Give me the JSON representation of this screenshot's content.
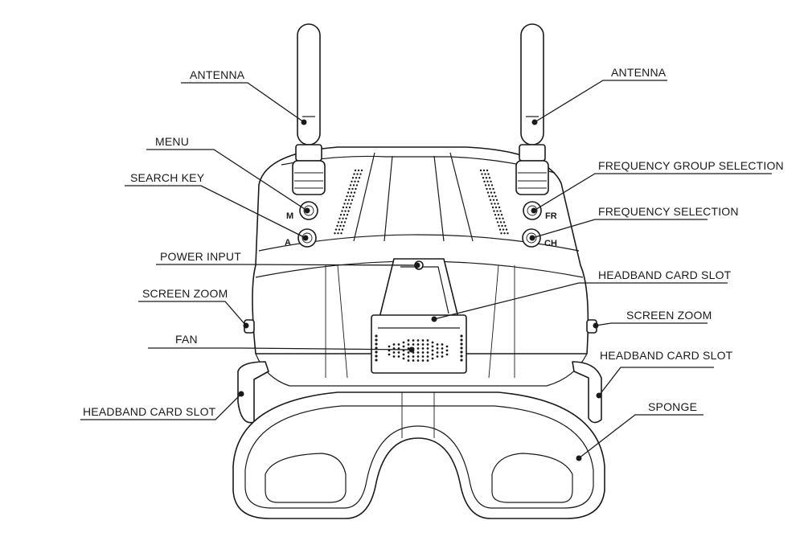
{
  "labels": {
    "antenna_left": "ANTENNA",
    "antenna_right": "ANTENNA",
    "menu": "MENU",
    "search_key": "SEARCH KEY",
    "power_input": "POWER INPUT",
    "screen_zoom_left": "SCREEN ZOOM",
    "fan": "FAN",
    "headband_card_slot_left": "HEADBAND CARD SLOT",
    "frequency_group_selection": "FREQUENCY GROUP SELECTION",
    "frequency_selection": "FREQUENCY SELECTION",
    "headband_card_slot_top": "HEADBAND CARD SLOT",
    "screen_zoom_right": "SCREEN ZOOM",
    "headband_card_slot_right": "HEADBAND CARD SLOT",
    "sponge": "SPONGE"
  },
  "device_markings": {
    "menu_button": "M",
    "search_button": "A",
    "fr_button": "FR",
    "ch_button": "CH"
  }
}
